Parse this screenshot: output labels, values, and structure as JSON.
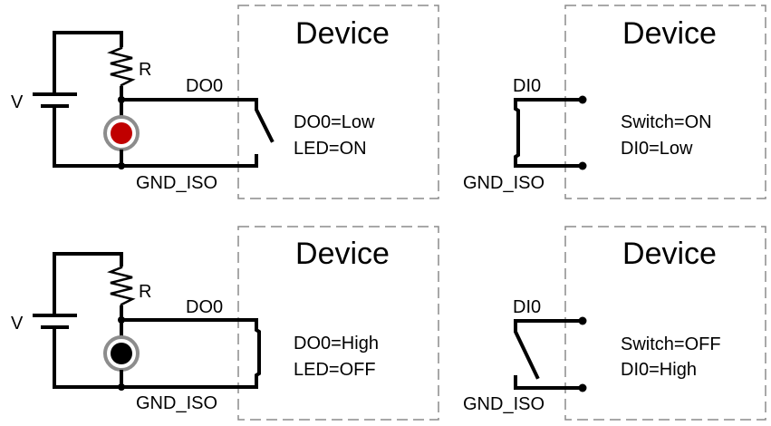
{
  "panels": {
    "do_low": {
      "device_title": "Device",
      "voltage_label": "V",
      "resistor_label": "R",
      "signal_label": "DO0",
      "ground_label": "GND_ISO",
      "state_line1": "DO0=Low",
      "state_line2": "LED=ON",
      "led_color": "#c00000",
      "switch_state": "open"
    },
    "do_high": {
      "device_title": "Device",
      "voltage_label": "V",
      "resistor_label": "R",
      "signal_label": "DO0",
      "ground_label": "GND_ISO",
      "state_line1": "DO0=High",
      "state_line2": "LED=OFF",
      "led_color": "#000000",
      "switch_state": "closed"
    },
    "di_low": {
      "device_title": "Device",
      "signal_label": "DI0",
      "ground_label": "GND_ISO",
      "state_line1": "Switch=ON",
      "state_line2": "DI0=Low",
      "switch_state": "closed"
    },
    "di_high": {
      "device_title": "Device",
      "signal_label": "DI0",
      "ground_label": "GND_ISO",
      "state_line1": "Switch=OFF",
      "state_line2": "DI0=High",
      "switch_state": "open"
    }
  },
  "colors": {
    "led_ring": "#8c8c8c",
    "device_border": "#8c8c8c"
  }
}
